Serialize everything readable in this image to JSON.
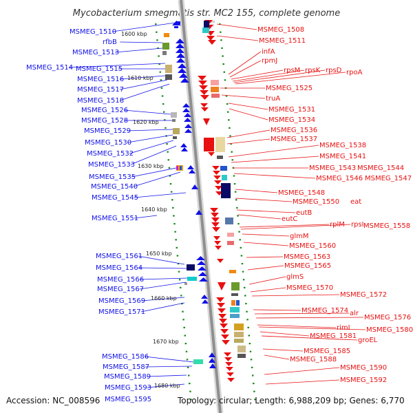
{
  "title": "Mycobacterium smegmatis str. MC2 155, complete genome",
  "footer": {
    "accession": "Accession: NC_008596",
    "topology": "Topology: circular; Length: 6,988,209 bp; Genes: 6,770"
  },
  "colors": {
    "left_strand": "#1010e8",
    "right_strand": "#e81010",
    "tick": "#1a8a1a",
    "backbone": "#aaaaaa"
  },
  "scale_labels": [
    "1600 kbp",
    "1610 kbp",
    "1620 kbp",
    "1630 kbp",
    "1640 kbp",
    "1650 kbp",
    "1660 kbp",
    "1670 kbp",
    "1680 kbp"
  ],
  "left_genes": [
    "MSMEG_1510",
    "rfbB",
    "MSMEG_1513",
    "MSMEG_1514",
    "MSMEG_1515",
    "MSMEG_1516",
    "MSMEG_1517",
    "MSMEG_1518",
    "MSMEG_1526",
    "MSMEG_1528",
    "MSMEG_1529",
    "MSMEG_1530",
    "MSMEG_1532",
    "MSMEG_1533",
    "MSMEG_1535",
    "MSMEG_1540",
    "MSMEG_1545",
    "MSMEG_1551",
    "MSMEG_1561",
    "MSMEG_1564",
    "MSMEG_1566",
    "MSMEG_1567",
    "MSMEG_1569",
    "MSMEG_1571",
    "MSMEG_1586",
    "MSMEG_1587",
    "MSMEG_1589",
    "MSMEG_1593",
    "MSMEG_1595"
  ],
  "right_genes": [
    "MSMEG_1508",
    "MSMEG_1511",
    "infA",
    "rpmJ",
    "rpsM",
    "rpsK",
    "rpsD",
    "rpoA",
    "MSMEG_1525",
    "truA",
    "MSMEG_1531",
    "MSMEG_1534",
    "MSMEG_1536",
    "MSMEG_1537",
    "MSMEG_1538",
    "MSMEG_1541",
    "MSMEG_1543",
    "MSMEG_1544",
    "MSMEG_1546",
    "MSMEG_1547",
    "MSMEG_1548",
    "MSMEG_1550",
    "eat",
    "eutB",
    "eutC",
    "rplM",
    "rpsI",
    "MSMEG_1558",
    "glmM",
    "MSMEG_1560",
    "MSMEG_1563",
    "MSMEG_1565",
    "glmS",
    "MSMEG_1570",
    "MSMEG_1572",
    "MSMEG_1574",
    "alr",
    "MSMEG_1576",
    "rimI",
    "MSMEG_1580",
    "MSMEG_1581",
    "groEL",
    "MSMEG_1585",
    "MSMEG_1588",
    "MSMEG_1590",
    "MSMEG_1592"
  ]
}
